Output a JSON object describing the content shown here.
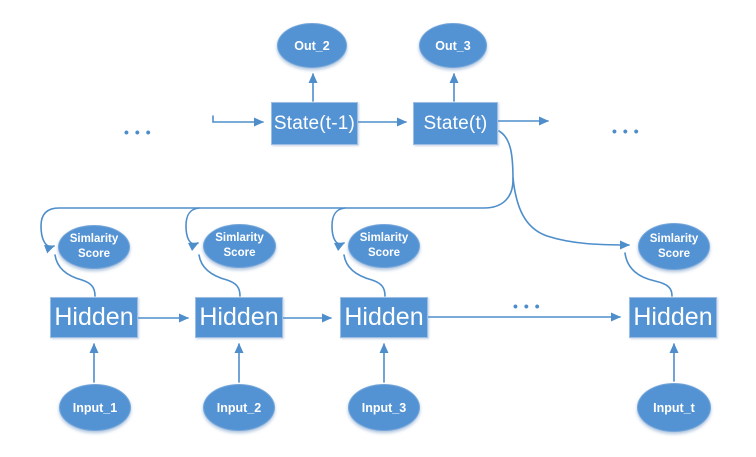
{
  "colors": {
    "shape_fill": "#5493d3",
    "connector": "#4e8ecb",
    "background": "#ffffff"
  },
  "ellipsis": "•••",
  "nodes": {
    "out": [
      {
        "label": "Out_2"
      },
      {
        "label": "Out_3"
      }
    ],
    "state": [
      {
        "label": "State(t-1)"
      },
      {
        "label": "State(t)"
      }
    ],
    "similarity": [
      {
        "line1": "Simlarity",
        "line2": "Score"
      },
      {
        "line1": "Simlarity",
        "line2": "Score"
      },
      {
        "line1": "Simlarity",
        "line2": "Score"
      },
      {
        "line1": "Simlarity",
        "line2": "Score"
      }
    ],
    "hidden": [
      {
        "label": "Hidden"
      },
      {
        "label": "Hidden"
      },
      {
        "label": "Hidden"
      },
      {
        "label": "Hidden"
      }
    ],
    "input": [
      {
        "label": "Input_1"
      },
      {
        "label": "Input_2"
      },
      {
        "label": "Input_3"
      },
      {
        "label": "Input_t"
      }
    ]
  }
}
